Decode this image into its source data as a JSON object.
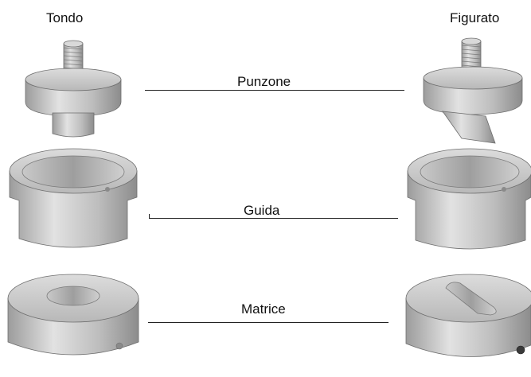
{
  "titles": {
    "left": "Tondo",
    "right": "Figurato"
  },
  "labels": {
    "punzone": "Punzone",
    "guida": "Guida",
    "matrice": "Matrice"
  },
  "colors": {
    "metal_light": "#d6d6d6",
    "metal_mid": "#b3b3b3",
    "metal_dark": "#8a8a8a",
    "edge": "#6e6e6e",
    "line": "#222222"
  }
}
